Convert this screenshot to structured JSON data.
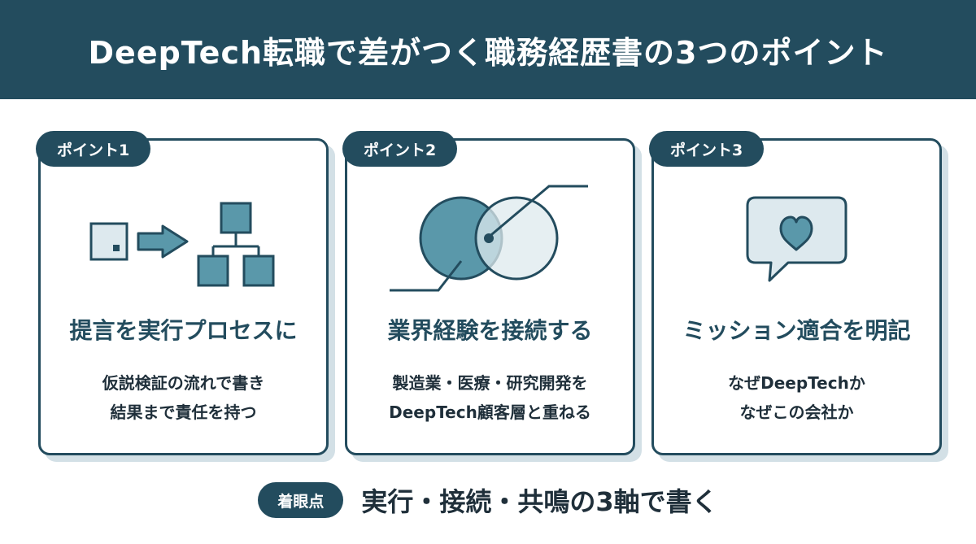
{
  "header": {
    "title": "DeepTech転職で差がつく職務経歴書の3つのポイント"
  },
  "points": [
    {
      "tag": "ポイント1",
      "icon": "flow-to-org-chart-icon",
      "title": "提言を実行プロセスに",
      "lines": [
        "仮説検証の流れで書き",
        "結果まで責任を持つ"
      ]
    },
    {
      "tag": "ポイント2",
      "icon": "venn-connection-icon",
      "title": "業界経験を接続する",
      "lines": [
        "製造業・医療・研究開発を",
        "DeepTech顧客層と重ねる"
      ]
    },
    {
      "tag": "ポイント3",
      "icon": "heart-speech-bubble-icon",
      "title": "ミッション適合を明記",
      "lines": [
        "なぜDeepTechか",
        "なぜこの会社か"
      ]
    }
  ],
  "footer": {
    "tag": "着眼点",
    "text": "実行・接続・共鳴の3軸で書く"
  },
  "colors": {
    "primary": "#234c5e",
    "accent": "#5a98aa",
    "light": "#dde9ee",
    "shadow": "#d3e0e6"
  }
}
